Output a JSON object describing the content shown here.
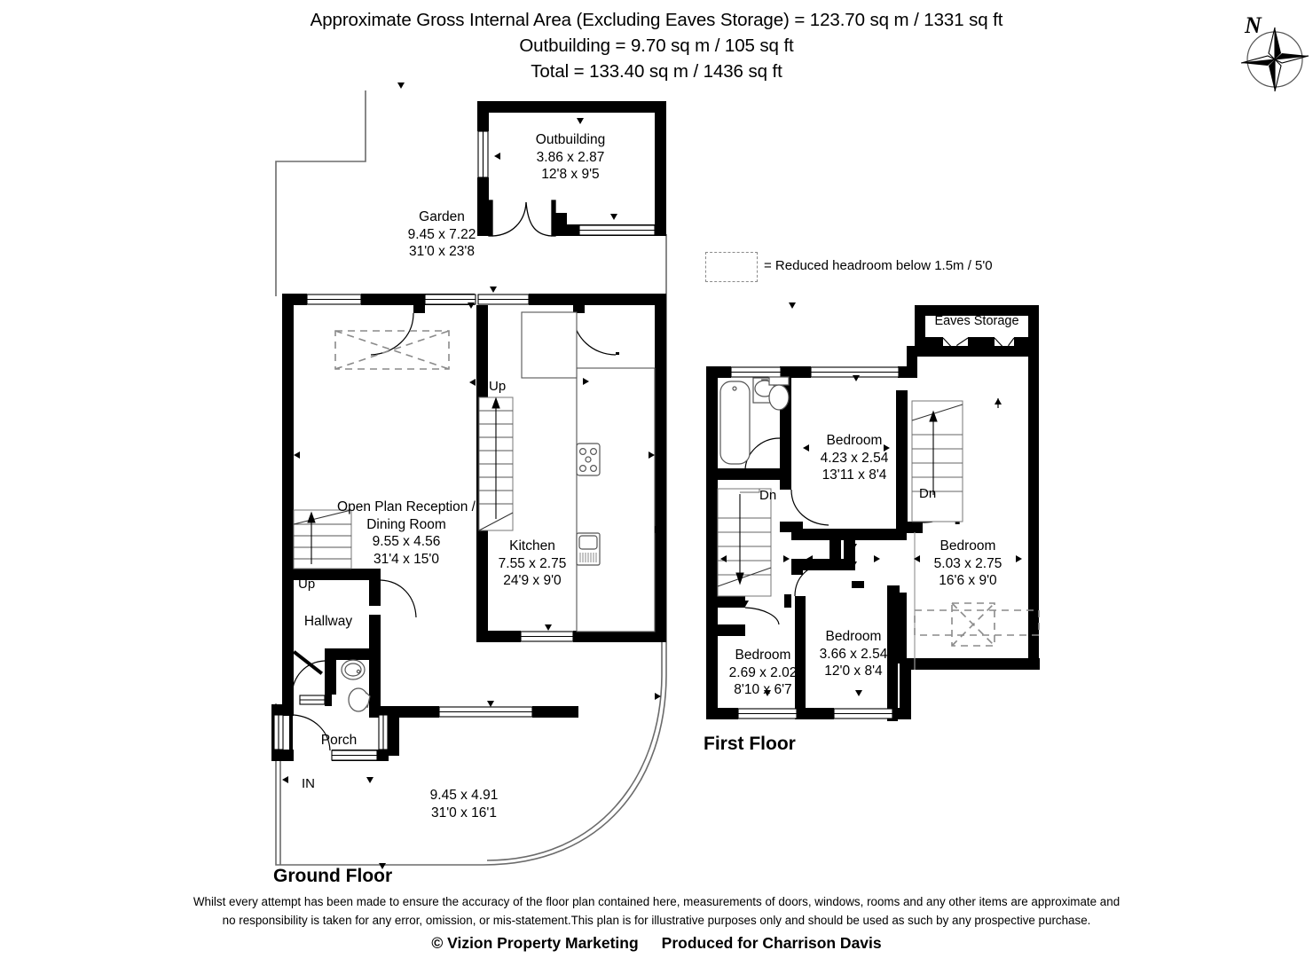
{
  "header": {
    "line1": "Approximate Gross Internal Area (Excluding Eaves Storage) = 123.70 sq m / 1331 sq ft",
    "line2": "Outbuilding = 9.70 sq m / 105 sq ft",
    "line3": "Total = 133.40 sq m / 1436 sq ft"
  },
  "compass": {
    "label": "N",
    "icon": "compass-rose-icon"
  },
  "legend": {
    "text": "= Reduced headroom below 1.5m / 5'0"
  },
  "ground_floor": {
    "title": "Ground Floor",
    "rooms": [
      {
        "name": "Outbuilding",
        "metric": "3.86 x 2.87",
        "imperial": "12'8 x 9'5"
      },
      {
        "name": "Garden",
        "metric": "9.45 x 7.22",
        "imperial": "31'0 x 23'8"
      },
      {
        "name": "Open Plan Reception /",
        "name2": "Dining Room",
        "metric": "9.55 x 4.56",
        "imperial": "31'4 x 15'0"
      },
      {
        "name": "Kitchen",
        "metric": "7.55 x 2.75",
        "imperial": "24'9 x 9'0"
      },
      {
        "name": "Hallway"
      },
      {
        "name": "Porch"
      }
    ],
    "plot_dims": {
      "metric": "9.45 x 4.91",
      "imperial": "31'0 x 16'1"
    },
    "markers": [
      {
        "name": "stairs-up-reception",
        "label": "Up"
      },
      {
        "name": "stairs-up-hallway",
        "label": "Up"
      },
      {
        "name": "entrance-arrow",
        "label": "IN"
      }
    ]
  },
  "first_floor": {
    "title": "First Floor",
    "rooms": [
      {
        "name": "Eaves Storage"
      },
      {
        "name": "Bedroom",
        "metric": "4.23 x 2.54",
        "imperial": "13'11 x 8'4"
      },
      {
        "name": "Bedroom",
        "metric": "5.03 x 2.75",
        "imperial": "16'6 x 9'0"
      },
      {
        "name": "Bedroom",
        "metric": "3.66 x 2.54",
        "imperial": "12'0 x 8'4"
      },
      {
        "name": "Bedroom",
        "metric": "2.69 x 2.02",
        "imperial": "8'10 x 6'7"
      }
    ],
    "markers": [
      {
        "name": "stairs-down-left",
        "label": "Dn"
      },
      {
        "name": "stairs-down-right",
        "label": "Dn"
      }
    ]
  },
  "footer": {
    "disclaimer_line1": "Whilst every attempt has been made to ensure the accuracy of the floor plan contained here, measurements of doors, windows, rooms and any other items are approximate and",
    "disclaimer_line2": "no responsibility is taken for any error, omission, or mis-statement.This plan is for illustrative purposes only and should be used as such by any prospective purchase.",
    "copyright": "© Vizion Property Marketing",
    "produced_for": "Produced for Charrison Davis"
  },
  "colors": {
    "wall": "#000000",
    "thin_line": "#6b6b6b",
    "dashed": "#8a8a8a",
    "background": "#ffffff"
  }
}
